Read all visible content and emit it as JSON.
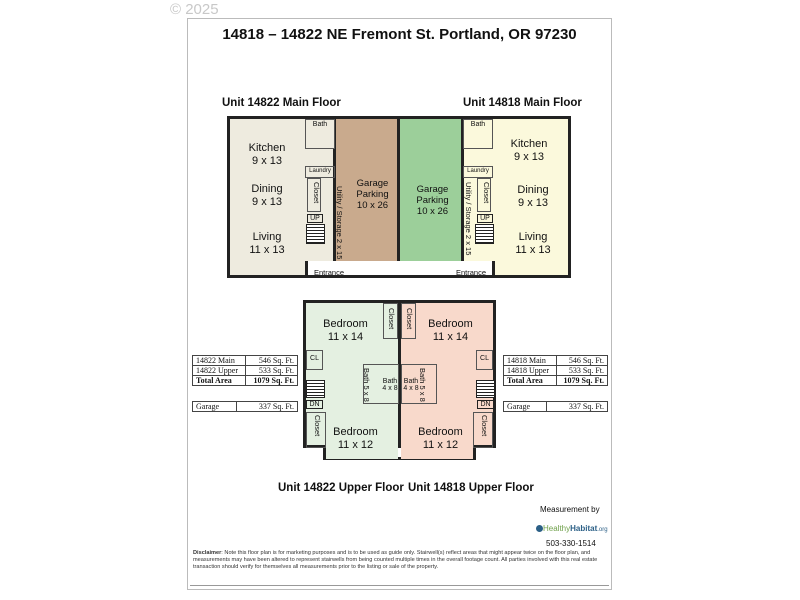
{
  "watermark": "© 2025",
  "title": "14818 – 14822 NE Fremont St. Portland, OR 97230",
  "main_floor": {
    "left_label": "Unit 14822 Main Floor",
    "right_label": "Unit 14818 Main Floor",
    "left": {
      "kitchen": "Kitchen",
      "kitchen_size": "9 x 13",
      "dining": "Dining",
      "dining_size": "9 x 13",
      "living": "Living",
      "living_size": "11 x 13",
      "bath": "Bath",
      "laundry": "Laundry",
      "closet": "Closet",
      "up": "UP",
      "entrance": "Entrance",
      "utility": "Utility / Storage 2 x 15",
      "garage": "Garage",
      "garage2": "Parking",
      "garage_size": "10 x 26"
    },
    "right": {
      "kitchen": "Kitchen",
      "kitchen_size": "9 x 13",
      "dining": "Dining",
      "dining_size": "9 x 13",
      "living": "Living",
      "living_size": "11 x 13",
      "bath": "Bath",
      "laundry": "Laundry",
      "closet": "Closet",
      "up": "UP",
      "entrance": "Entrance",
      "utility": "Utility / Storage 2 x 15",
      "garage": "Garage",
      "garage2": "Parking",
      "garage_size": "10 x 26"
    }
  },
  "upper_floor": {
    "left_label": "Unit 14822 Upper Floor",
    "right_label": "Unit 14818 Upper Floor",
    "left": {
      "bed1": "Bedroom",
      "bed1_size": "11 x 14",
      "bed2": "Bedroom",
      "bed2_size": "11 x 12",
      "closet": "Closet",
      "closet2": "Closet",
      "cl": "CL",
      "dn": "DN",
      "bath": "Bath 5 x 8",
      "bath2": "Bath",
      "bath2_size": "4 x 8"
    },
    "right": {
      "bed1": "Bedroom",
      "bed1_size": "11 x 14",
      "bed2": "Bedroom",
      "bed2_size": "11 x 12",
      "closet": "Closet",
      "closet2": "Closet",
      "cl": "CL",
      "dn": "DN",
      "bath": "Bath 5 x 8",
      "bath2": "Bath",
      "bath2_size": "4 x 8"
    }
  },
  "areas_left": {
    "rows": [
      {
        "label": "14822 Main",
        "value": "546 Sq. Ft."
      },
      {
        "label": "14822 Upper",
        "value": "533 Sq. Ft."
      },
      {
        "label": "Total Area",
        "value": "1079 Sq. Ft."
      }
    ],
    "garage_label": "Garage",
    "garage_value": "337 Sq. Ft."
  },
  "areas_right": {
    "rows": [
      {
        "label": "14818 Main",
        "value": "546 Sq. Ft."
      },
      {
        "label": "14818 Upper",
        "value": "533 Sq. Ft."
      },
      {
        "label": "Total Area",
        "value": "1079 Sq. Ft."
      }
    ],
    "garage_label": "Garage",
    "garage_value": "337 Sq. Ft."
  },
  "credit": {
    "measurement_by": "Measurement by",
    "logo_a": "Healthy",
    "logo_b": "Habitat",
    "logo_c": ".org",
    "phone": "503-330-1514"
  },
  "disclaimer": {
    "label": "Disclaimer",
    "text": ": Note this floor plan is for marketing purposes and is to be used as guide only.  Stairwell(s) reflect areas that might appear twice on the floor plan, and measurements may have been altered to represent stairwells from being counted multiple times in the overall footage count.  All parties involved with this real estate transaction should verify for themselves all measurements prior to the listing or sale of the property."
  },
  "colors": {
    "left_main": "#eeebdf",
    "garage_left": "#c9aa8d",
    "garage_right": "#9ccf9a",
    "right_main": "#fbf9dc",
    "upper_left": "#e4f0e1",
    "upper_right": "#f8d9cb"
  }
}
